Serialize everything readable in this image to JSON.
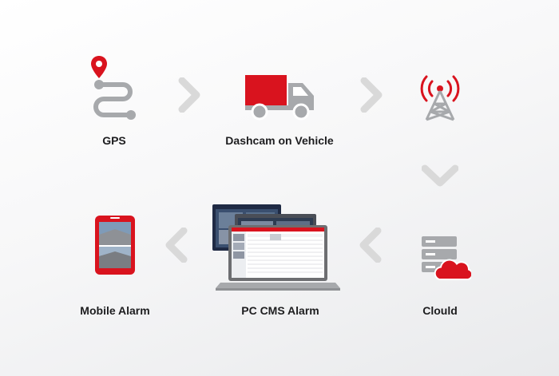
{
  "colors": {
    "accent": "#d9131e",
    "icon_gray": "#a7a9ac",
    "arrow_gray": "#d9d9d9",
    "text": "#1d1d1f"
  },
  "steps": [
    {
      "id": "gps",
      "label": "GPS",
      "icon": "gps-route-icon"
    },
    {
      "id": "dashcam",
      "label": "Dashcam on Vehicle",
      "icon": "truck-icon"
    },
    {
      "id": "tower",
      "label": "",
      "icon": "signal-tower-icon"
    },
    {
      "id": "cloud",
      "label": "Clould",
      "icon": "server-cloud-icon"
    },
    {
      "id": "pc",
      "label": "PC CMS Alarm",
      "icon": "laptop-cms-icon"
    },
    {
      "id": "mobile",
      "label": "Mobile Alarm",
      "icon": "mobile-phone-icon"
    }
  ],
  "arrows": [
    "chevron-right-icon",
    "chevron-right-icon",
    "chevron-down-icon",
    "chevron-left-icon",
    "chevron-left-icon"
  ]
}
